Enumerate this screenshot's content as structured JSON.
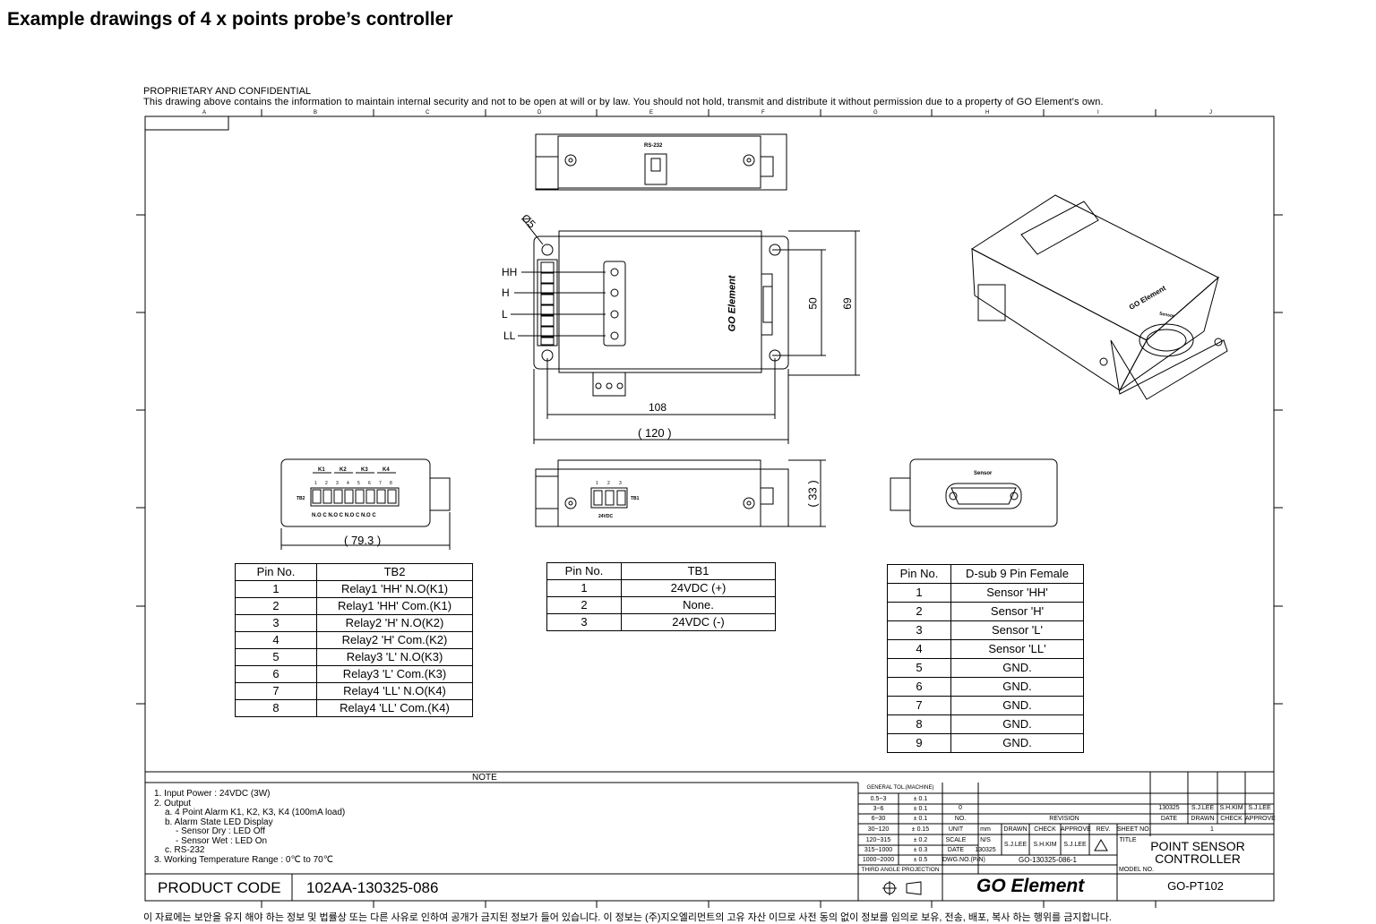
{
  "page_title": "Example drawings of 4 x points probe’s controller",
  "confidential": {
    "heading": "PROPRIETARY AND CONFIDENTIAL",
    "text": "This drawing above contains the information to maintain internal security and not to be open at will or by law. You should not hold, transmit and distribute it without permission due to a property of GO Element's own."
  },
  "grid_letters": [
    "A",
    "B",
    "C",
    "D",
    "E",
    "F",
    "G",
    "H",
    "I",
    "J"
  ],
  "top_view": {
    "label": "RS-232"
  },
  "main_view": {
    "hole_dia": "Ø5",
    "levels": [
      "HH",
      "H",
      "L",
      "LL"
    ],
    "brand": "GO Element",
    "dim_50": "50",
    "dim_69": "69",
    "dim_108": "108",
    "dim_120": "( 120 )"
  },
  "tb2_view": {
    "relays": [
      "K1",
      "K2",
      "K3",
      "K4"
    ],
    "pin_numbers": [
      "1",
      "2",
      "3",
      "4",
      "5",
      "6",
      "7",
      "8"
    ],
    "tb_label": "TB2",
    "contacts": "N.O C N.O C N.O C N.O C",
    "dim": "( 79.3 )"
  },
  "tb1_view": {
    "pins": [
      "1",
      "2",
      "3"
    ],
    "tb_label": "TB1",
    "power_label": "24VDC",
    "dim": "( 33 )"
  },
  "sensor_view": {
    "label": "Sensor"
  },
  "tb2_table": {
    "headers": [
      "Pin No.",
      "TB2"
    ],
    "rows": [
      [
        "1",
        "Relay1 'HH' N.O(K1)"
      ],
      [
        "2",
        "Relay1 'HH' Com.(K1)"
      ],
      [
        "3",
        "Relay2 'H' N.O(K2)"
      ],
      [
        "4",
        "Relay2 'H' Com.(K2)"
      ],
      [
        "5",
        "Relay3 'L' N.O(K3)"
      ],
      [
        "6",
        "Relay3 'L' Com.(K3)"
      ],
      [
        "7",
        "Relay4 'LL' N.O(K4)"
      ],
      [
        "8",
        "Relay4 'LL' Com.(K4)"
      ]
    ]
  },
  "tb1_table": {
    "headers": [
      "Pin No.",
      "TB1"
    ],
    "rows": [
      [
        "1",
        "24VDC (+)"
      ],
      [
        "2",
        "None."
      ],
      [
        "3",
        "24VDC (-)"
      ]
    ]
  },
  "dsub_table": {
    "headers": [
      "Pin No.",
      "D-sub 9 Pin Female"
    ],
    "rows": [
      [
        "1",
        "Sensor 'HH'"
      ],
      [
        "2",
        "Sensor 'H'"
      ],
      [
        "3",
        "Sensor 'L'"
      ],
      [
        "4",
        "Sensor 'LL'"
      ],
      [
        "5",
        "GND."
      ],
      [
        "6",
        "GND."
      ],
      [
        "7",
        "GND."
      ],
      [
        "8",
        "GND."
      ],
      [
        "9",
        "GND."
      ]
    ]
  },
  "note": {
    "heading": "NOTE",
    "lines": [
      "1. Input Power : 24VDC (3W)",
      "2. Output",
      "   a. 4 Point Alarm K1, K2, K3, K4 (100mA load)",
      "   b. Alarm State LED Display",
      "      - Sensor Dry : LED Off",
      "      - Sensor Wet : LED On",
      "   c. RS-232",
      "3. Working Temperature Range : 0℃ to 70℃"
    ]
  },
  "title_block": {
    "product_code_label": "PRODUCT CODE",
    "product_code_value": "102AA-130325-086",
    "tol_heading": "GENERAL TOL.(MACHINE)",
    "tol_rows": [
      [
        "0.5~3",
        "± 0.1"
      ],
      [
        "3~6",
        "± 0.1"
      ],
      [
        "6~30",
        "± 0.1"
      ],
      [
        "30~120",
        "± 0.15"
      ],
      [
        "120~315",
        "± 0.2"
      ],
      [
        "315~1000",
        "± 0.3"
      ],
      [
        "1000~2000",
        "± 0.5"
      ]
    ],
    "projection": "THIRD ANGLE PROJECTION",
    "rev_no": "0",
    "no_label": "NO.",
    "revision_label": "REVISION",
    "unit_label": "UNIT",
    "unit_value": "mm",
    "scale_label": "SCALE",
    "scale_value": "N/S",
    "date_label": "DATE",
    "date_value": "130325",
    "dwg_label": "DWG.NO.(P/N)",
    "dwg_value": "GO-130325-086-1",
    "drawn_label": "DRAWN",
    "check_label": "CHECK",
    "approve_label": "APPROVE",
    "rev_label": "REV.",
    "drawn_by": "S.J.LEE",
    "checked_by": "S.H.KIM",
    "approved_by": "S.J.LEE",
    "sheet_label": "SHEET NO.",
    "sheet_value": "1",
    "title_label": "TITLE",
    "title_line1": "POINT SENSOR",
    "title_line2": "CONTROLLER",
    "model_label": "MODEL NO.",
    "model_value": "GO-PT102",
    "brand": "GO Element"
  },
  "footer_korean": "이 자료에는 보안을 유지 해야 하는 정보 및 법률상 또는 다른 사유로 인하여 공개가 금지된 정보가 들어 있습니다. 이 정보는 (주)지오엘리먼트의 고유 자산 이므로 사전 동의 없이 정보를 임의로 보유, 전송, 배포, 복사 하는 행위를 금지합니다."
}
